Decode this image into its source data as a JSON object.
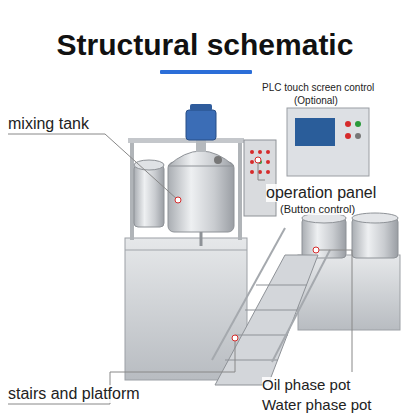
{
  "diagram": {
    "title": "Structural schematic",
    "labels": [
      "mixing tank",
      "PLC touch screen control",
      "(Optional)",
      "operation panel",
      "(Button control)",
      "stairs and platform",
      "Oil phase pot",
      "Water phase pot"
    ]
  }
}
